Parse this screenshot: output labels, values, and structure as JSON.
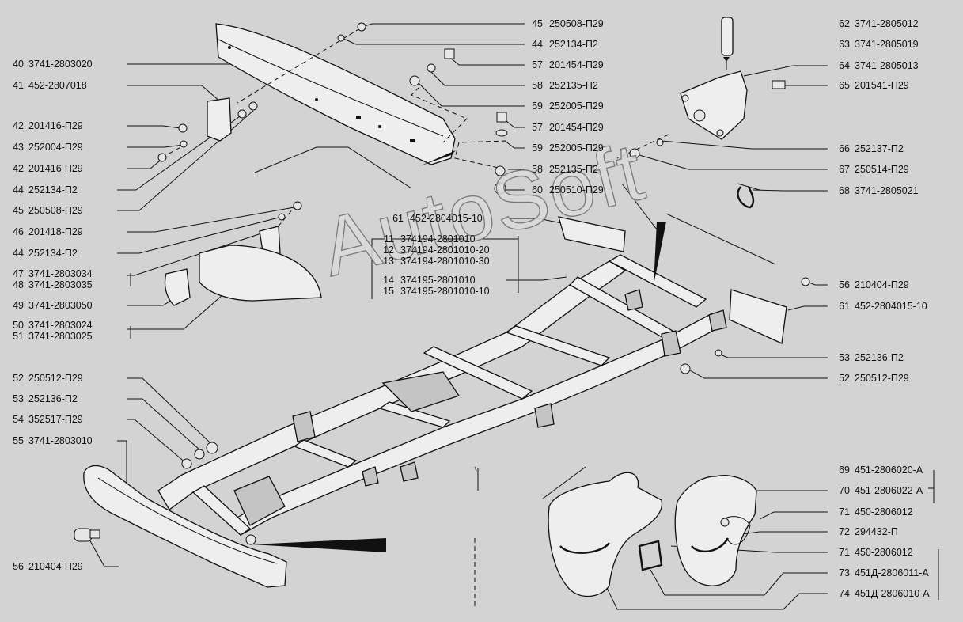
{
  "watermark": "AutoSoft",
  "callouts": {
    "left": [
      {
        "num": "40",
        "code": "3741-2803020"
      },
      {
        "num": "41",
        "code": "452-2807018"
      },
      {
        "num": "42",
        "code": "201416-П29"
      },
      {
        "num": "43",
        "code": "252004-П29"
      },
      {
        "num": "42",
        "code": "201416-П29"
      },
      {
        "num": "44",
        "code": "252134-П2"
      },
      {
        "num": "45",
        "code": "250508-П29"
      },
      {
        "num": "46",
        "code": "201418-П29"
      },
      {
        "num": "44",
        "code": "252134-П2"
      },
      {
        "num": "47",
        "code": "3741-2803034"
      },
      {
        "num": "48",
        "code": "3741-2803035"
      },
      {
        "num": "49",
        "code": "3741-2803050"
      },
      {
        "num": "50",
        "code": "3741-2803024"
      },
      {
        "num": "51",
        "code": "3741-2803025"
      },
      {
        "num": "52",
        "code": "250512-П29"
      },
      {
        "num": "53",
        "code": "252136-П2"
      },
      {
        "num": "54",
        "code": "352517-П29"
      },
      {
        "num": "55",
        "code": "3741-2803010"
      },
      {
        "num": "56",
        "code": "210404-П29"
      }
    ],
    "middle": [
      {
        "num": "45",
        "code": "250508-П29"
      },
      {
        "num": "44",
        "code": "252134-П2"
      },
      {
        "num": "57",
        "code": "201454-П29"
      },
      {
        "num": "58",
        "code": "252135-П2"
      },
      {
        "num": "59",
        "code": "252005-П29"
      },
      {
        "num": "57",
        "code": "201454-П29"
      },
      {
        "num": "59",
        "code": "252005-П29"
      },
      {
        "num": "58",
        "code": "252135-П2"
      },
      {
        "num": "60",
        "code": "250510-П29"
      },
      {
        "num": "61",
        "code": "452-2804015-10"
      },
      {
        "num": "11",
        "code": "374194-2801010"
      },
      {
        "num": "12",
        "code": "374194-2801010-20"
      },
      {
        "num": "13",
        "code": "374194-2801010-30"
      },
      {
        "num": "14",
        "code": "374195-2801010"
      },
      {
        "num": "15",
        "code": "374195-2801010-10"
      }
    ],
    "right": [
      {
        "num": "62",
        "code": "3741-2805012"
      },
      {
        "num": "63",
        "code": "3741-2805019"
      },
      {
        "num": "64",
        "code": "3741-2805013"
      },
      {
        "num": "65",
        "code": "201541-П29"
      },
      {
        "num": "66",
        "code": "252137-П2"
      },
      {
        "num": "67",
        "code": "250514-П29"
      },
      {
        "num": "68",
        "code": "3741-2805021"
      },
      {
        "num": "56",
        "code": "210404-П29"
      },
      {
        "num": "61",
        "code": "452-2804015-10"
      },
      {
        "num": "53",
        "code": "252136-П2"
      },
      {
        "num": "52",
        "code": "250512-П29"
      },
      {
        "num": "69",
        "code": "451-2806020-А"
      },
      {
        "num": "70",
        "code": "451-2806022-А"
      },
      {
        "num": "71",
        "code": "450-2806012"
      },
      {
        "num": "72",
        "code": "294432-П"
      },
      {
        "num": "71",
        "code": "450-2806012"
      },
      {
        "num": "73",
        "code": "451Д-2806011-А"
      },
      {
        "num": "74",
        "code": "451Д-2806010-А"
      }
    ]
  }
}
